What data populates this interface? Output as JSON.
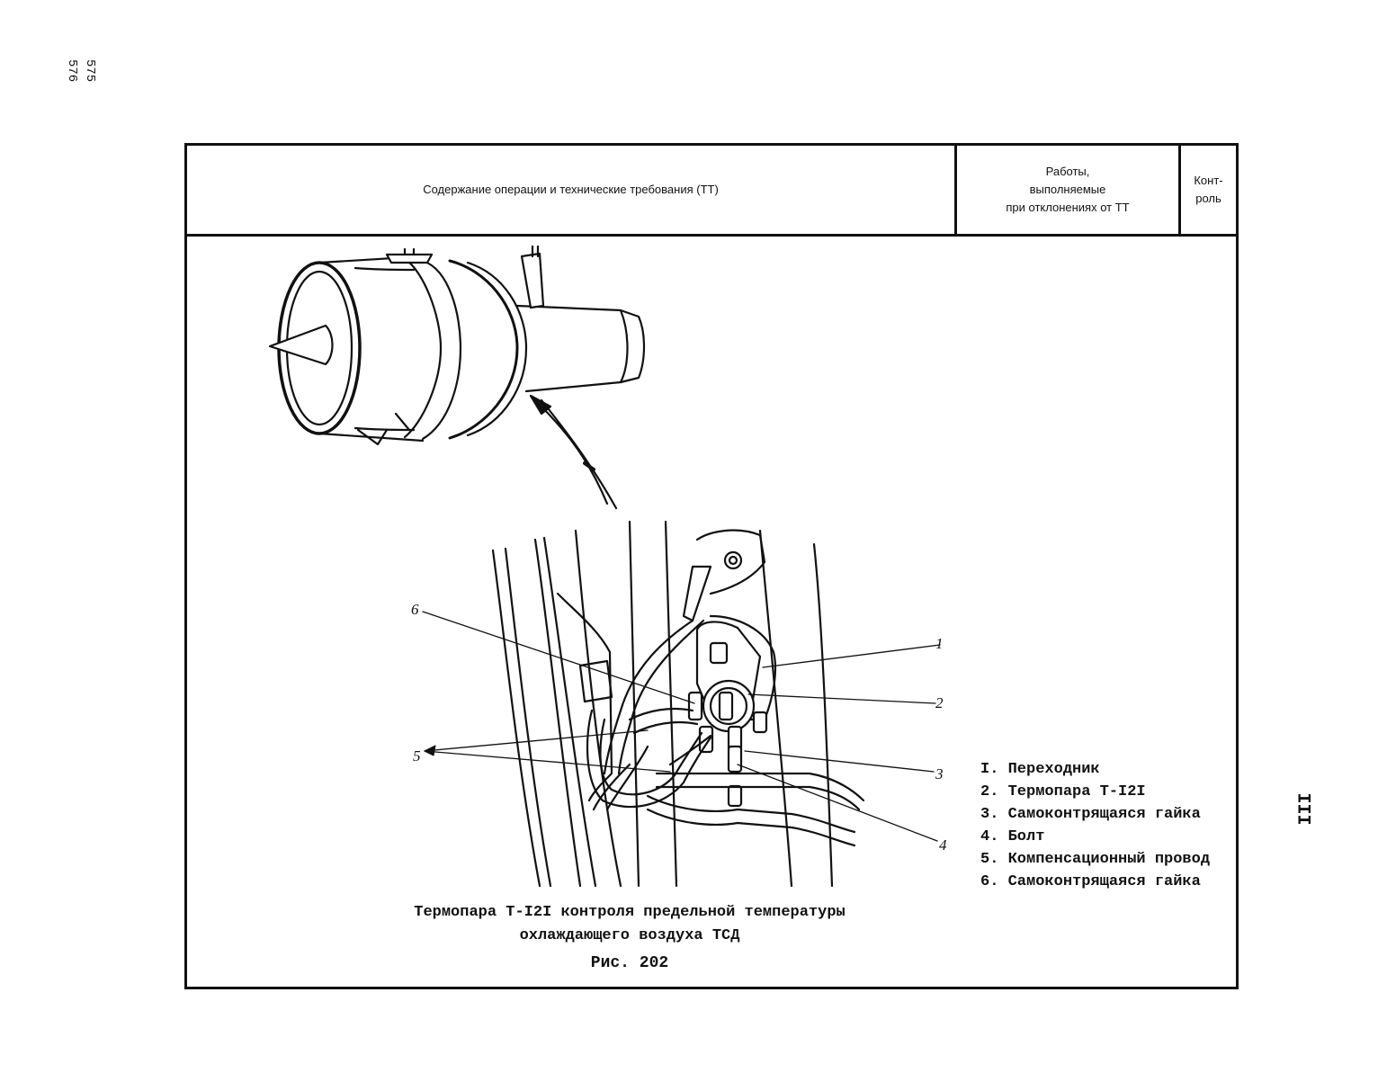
{
  "page_numbers": {
    "top": "575",
    "bottom": "576"
  },
  "header": {
    "content_col": "Содержание операции и технические требования (ТТ)",
    "work_col_lines": [
      "Работы,",
      "выполняемые",
      "при отклонениях от ТТ"
    ],
    "control_col_lines": [
      "Конт-",
      "роль"
    ]
  },
  "callouts": [
    "1",
    "2",
    "3",
    "4",
    "5",
    "6"
  ],
  "legend": [
    "I. Переходник",
    "2. Термопара Т-I2I",
    "3. Самоконтрящаяся гайка",
    "4. Болт",
    "5. Компенсационный провод",
    "6. Самоконтрящаяся гайка"
  ],
  "caption_lines": [
    "Термопара Т-I2I контроля предельной температуры",
    "охлаждающего воздуха ТСД"
  ],
  "figure_label": "Рис. 202",
  "side_mark": "III"
}
